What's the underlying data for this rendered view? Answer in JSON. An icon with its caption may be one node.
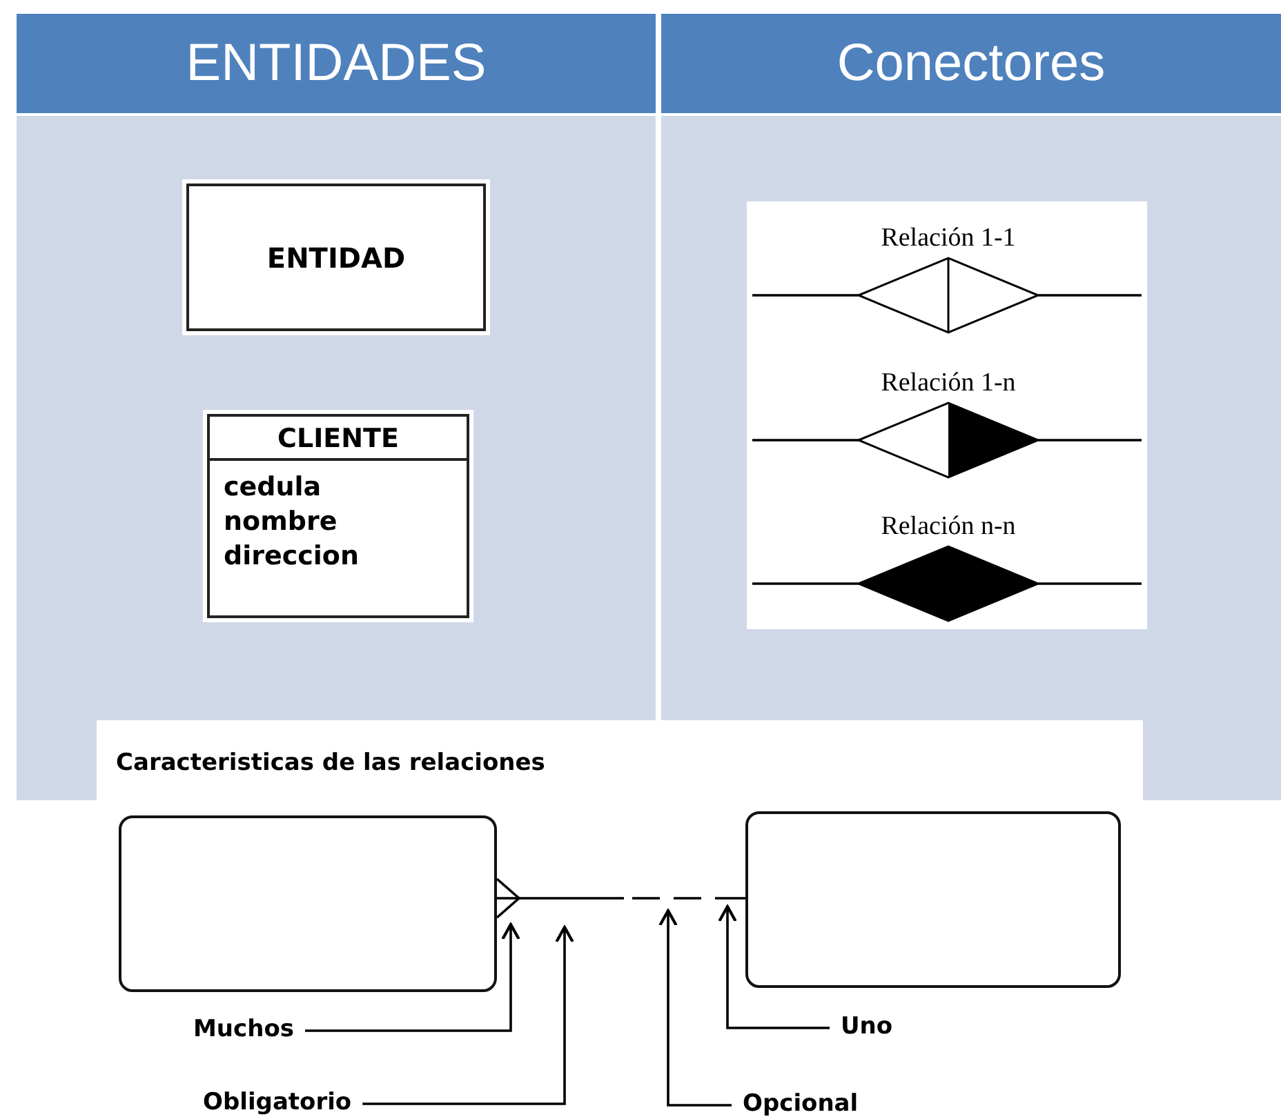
{
  "diagram": {
    "nodes": [
      {
        "text": [
          "ENTIDAD"
        ]
      },
      {
        "text": [
          "CLIENTE",
          "cedula nombre direccion"
        ]
      },
      {
        "text": [
          "Relación 1-1"
        ]
      },
      {
        "text": [
          "Relación 1-n"
        ]
      },
      {
        "text": [
          "Relación n-n"
        ]
      },
      {
        "text": [],
        "shape": "box"
      },
      {
        "text": [],
        "shape": "box"
      },
      {
        "text": [
          "Muchos"
        ]
      },
      {
        "text": [
          "Obligatorio"
        ]
      },
      {
        "text": [
          "Opcional"
        ]
      },
      {
        "text": [
          "Uno"
        ]
      }
    ],
    "edges": [
      {
        "from": null,
        "to": 2,
        "arrow": "none"
      },
      {
        "from": 2,
        "to": null,
        "arrow": "none"
      },
      {
        "from": null,
        "to": 3,
        "arrow": "none"
      },
      {
        "from": 3,
        "to": null,
        "arrow": "none"
      },
      {
        "from": null,
        "to": 4,
        "arrow": "none"
      },
      {
        "from": 4,
        "to": null,
        "arrow": "none"
      },
      {
        "from": 5,
        "to": 6,
        "arrow": "other",
        "style": "dashed"
      },
      {
        "from": 7,
        "to": 5,
        "arrow": "to"
      },
      {
        "from": 8,
        "to": null,
        "arrow": "to"
      },
      {
        "from": 9,
        "to": null,
        "arrow": "to"
      },
      {
        "from": 10,
        "to": 6,
        "arrow": "to"
      }
    ],
    "labels": [
      "ENTIDADES",
      "Conectores",
      "Caracteristicas de las relaciones"
    ]
  }
}
